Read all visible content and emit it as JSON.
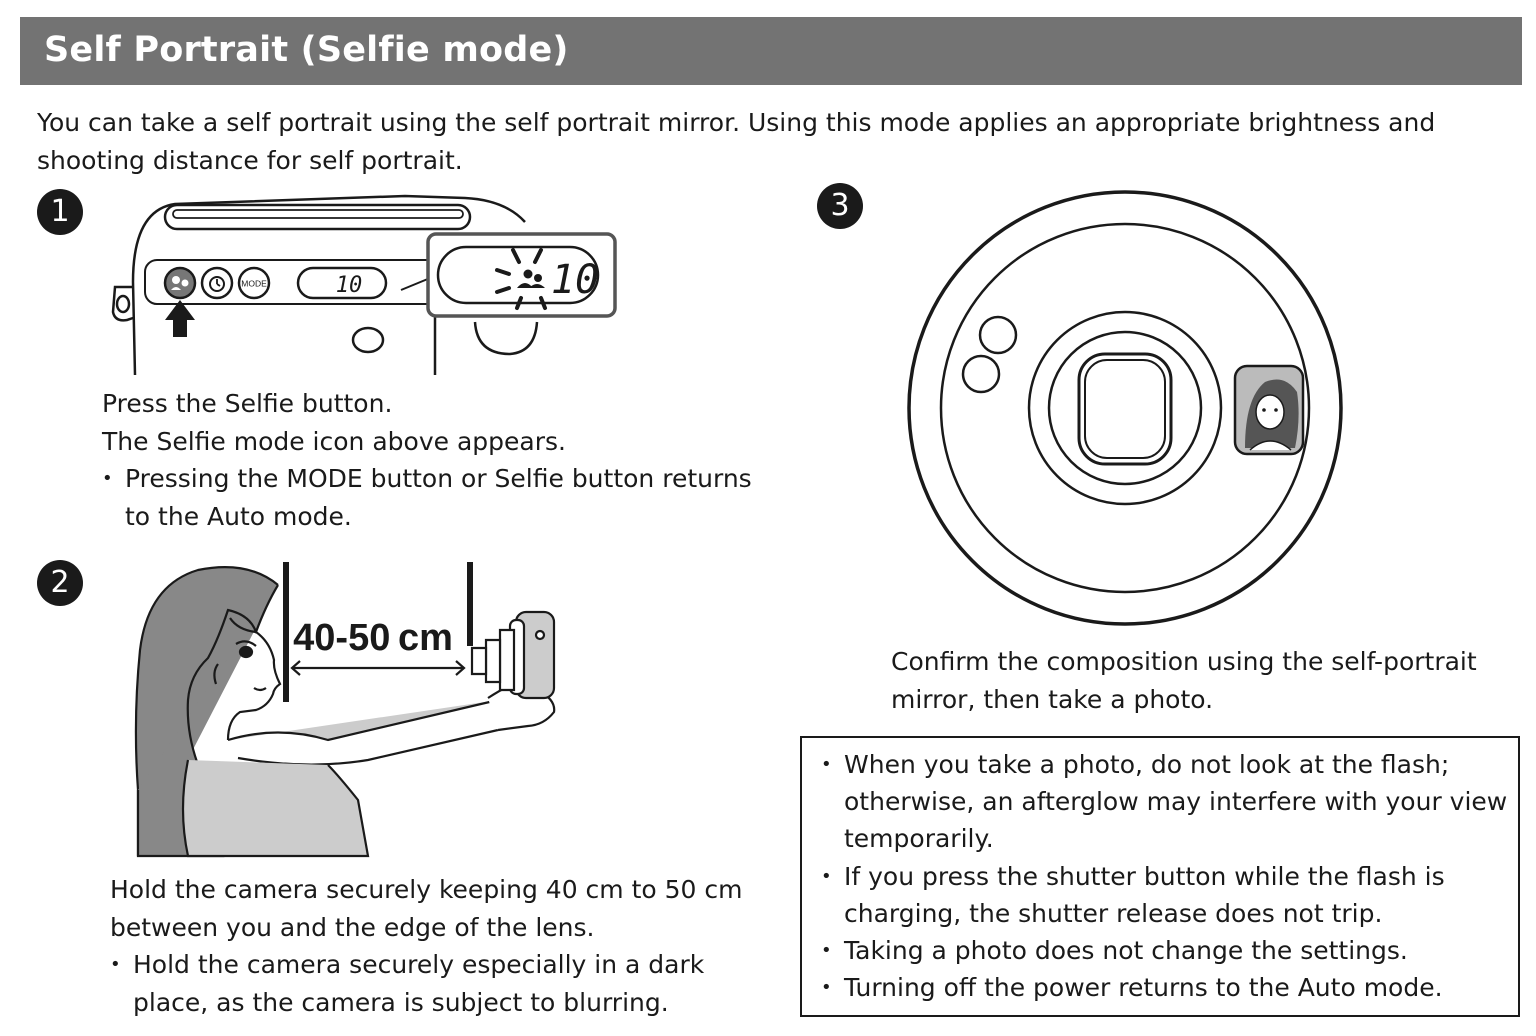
{
  "title": "Self Portrait (Selfie mode)",
  "intro": "You can take a self portrait using the self portrait mirror. Using this mode applies an appropriate brightness and shooting distance for self portrait.",
  "steps": [
    {
      "number": "1",
      "lines": [
        "Press the Selfie button.",
        "The Selfie mode icon above appears."
      ],
      "bullets": [
        "Pressing the MODE button or Selfie button returns to the Auto mode."
      ],
      "bullet_lines": [
        "Pressing the MODE button or Selfie button returns",
        "to the Auto mode."
      ],
      "illustration": {
        "mode_label": "MODE",
        "counter": "10",
        "counter_zoom": "10"
      }
    },
    {
      "number": "2",
      "lines": [
        "Hold the camera securely keeping 40 cm to 50 cm",
        "between you and the edge of the lens."
      ],
      "bullet_lines": [
        "Hold the camera securely especially in a dark",
        "place, as the camera is subject to blurring."
      ],
      "illustration": {
        "distance_label": "40-50 cm"
      }
    },
    {
      "number": "3",
      "lines": [
        "Confirm the composition using the self-portrait",
        "mirror, then take a photo."
      ]
    }
  ],
  "notes": [
    "When you take a photo, do not look at the flash; otherwise, an afterglow may interfere with your view temporarily.",
    "If you press the shutter button while the flash is charging, the shutter release does not trip.",
    "Taking a photo does not change the settings.",
    "Turning off the power returns to the Auto mode."
  ],
  "colors": {
    "title_bar": "#737373",
    "title_text": "#ffffff",
    "text": "#1a1a1a"
  },
  "icons": [
    "selfie-button-icon",
    "self-timer-icon",
    "mode-button-icon",
    "pointer-arrow-icon",
    "selfie-mode-blinking-icon",
    "self-portrait-mirror-icon"
  ]
}
